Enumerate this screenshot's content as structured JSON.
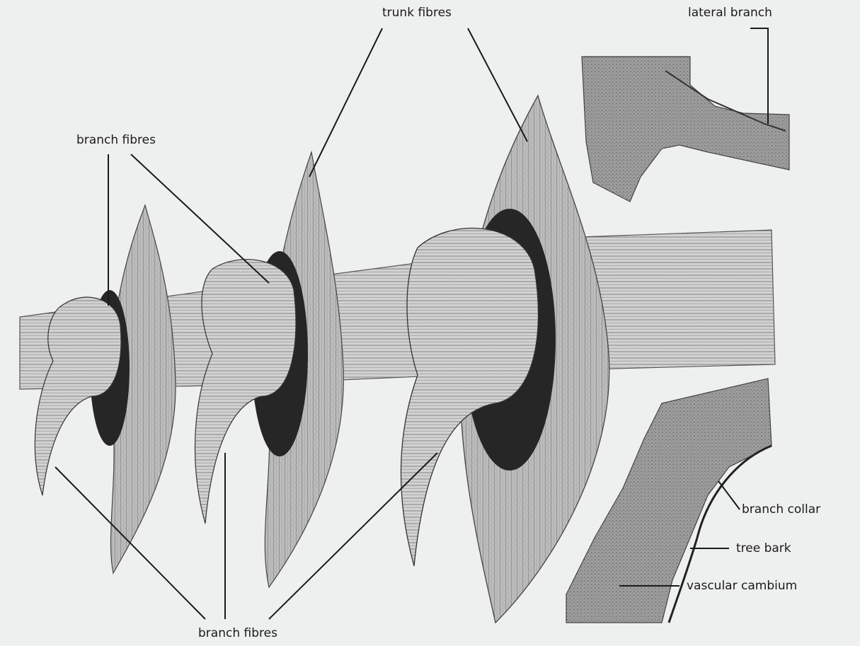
{
  "labels": {
    "trunk_fibres": "trunk fibres",
    "lateral_branch": "lateral branch",
    "branch_fibres_top": "branch fibres",
    "branch_fibres_bottom": "branch fibres",
    "branch_collar": "branch collar",
    "tree_bark": "tree bark",
    "vascular_cambium": "vascular cambium"
  },
  "colors": {
    "background": "#eef0ef",
    "ink": "#1a1a1a",
    "fibre_light": "#c8c8c8",
    "fibre_mid": "#8e8e8e",
    "hole_dark": "#262626"
  }
}
